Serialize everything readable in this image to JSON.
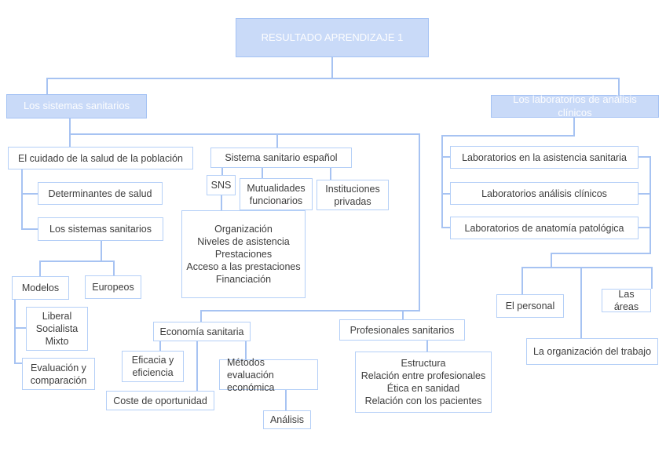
{
  "diagram_title": "RESULTADO APRENDIZAJE 1",
  "colors": {
    "primary_fill": "#c9daf8",
    "primary_border": "#a4c2f4",
    "primary_text": "#fdfdfe",
    "box_fill": "#ffffff",
    "box_border": "#b4cff7",
    "box_text": "#3d3d3d",
    "connector": "#a7c3f2"
  },
  "nodes": {
    "root": {
      "label": "RESULTADO APRENDIZAJE 1"
    },
    "sistemas_branch": {
      "label": "Los sistemas sanitarios"
    },
    "laboratorios_branch": {
      "label": "Los laboratorios de análisis clínicos"
    },
    "cuidado_salud": {
      "label": "El cuidado de la salud de la población"
    },
    "determinantes": {
      "label": "Determinantes de salud"
    },
    "sistemas_sub": {
      "label": "Los sistemas sanitarios"
    },
    "modelos": {
      "label": "Modelos"
    },
    "europeos": {
      "label": "Europeos"
    },
    "modelos_tipos": {
      "label": "Liberal\nSocialista\nMixto"
    },
    "evaluacion_comparacion": {
      "label": "Evaluación y\ncomparación"
    },
    "sistema_espanol": {
      "label": "Sistema sanitario español"
    },
    "sns": {
      "label": "SNS"
    },
    "mutualidades": {
      "label": "Mutualidades\nfuncionarios"
    },
    "instituciones": {
      "label": "Instituciones\nprivadas"
    },
    "sns_temas": {
      "label": "Organización\nNiveles de asistencia\nPrestaciones\nAcceso a las prestaciones\nFinanciación"
    },
    "economia": {
      "label": "Economía sanitaria"
    },
    "eficacia": {
      "label": "Eficacia y\neficiencia"
    },
    "coste": {
      "label": "Coste de oportunidad"
    },
    "metodos": {
      "label": "Métodos evaluación\neconómica"
    },
    "analisis": {
      "label": "Análisis"
    },
    "profesionales": {
      "label": "Profesionales sanitarios"
    },
    "profesionales_temas": {
      "label": "Estructura\nRelación entre profesionales\nÉtica en sanidad\nRelación con los pacientes"
    },
    "lab_asistencia": {
      "label": "Laboratorios en la asistencia sanitaria"
    },
    "lab_clinicos": {
      "label": "Laboratorios análisis clínicos"
    },
    "lab_anatomia": {
      "label": "Laboratorios de anatomía patológica"
    },
    "personal": {
      "label": "El personal"
    },
    "areas": {
      "label": "Las áreas"
    },
    "organizacion_trabajo": {
      "label": "La organización del trabajo"
    }
  }
}
